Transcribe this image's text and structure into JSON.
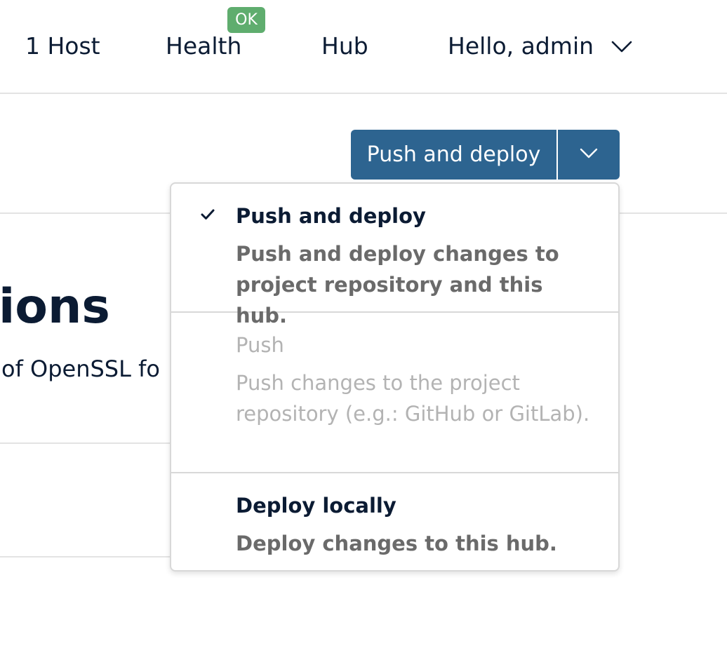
{
  "nav": {
    "hosts_label": "1 Host",
    "health_label": "Health",
    "health_badge": "OK",
    "hub_label": "Hub",
    "user_greeting": "Hello, admin"
  },
  "page": {
    "title_visible": "ions",
    "description_visible": "of OpenSSL fo"
  },
  "deploy_button": {
    "label": "Push and deploy",
    "toggle_icon": "chevron-down-icon",
    "color": "#2d6490"
  },
  "dropdown": {
    "options": [
      {
        "title": "Push and deploy",
        "description": "Push and deploy changes to project repository and this hub.",
        "selected": true,
        "disabled": false
      },
      {
        "title": "Push",
        "description": "Push changes to the project repository (e.g.: GitHub or GitLab).",
        "selected": false,
        "disabled": true
      },
      {
        "title": "Deploy locally",
        "description": "Deploy changes to this hub.",
        "selected": false,
        "disabled": false
      }
    ]
  },
  "colors": {
    "health_ok": "#5fad6e",
    "text_dark": "#0b1b33",
    "text_muted": "#6a6a6a",
    "text_disabled": "#b3b3b3"
  }
}
